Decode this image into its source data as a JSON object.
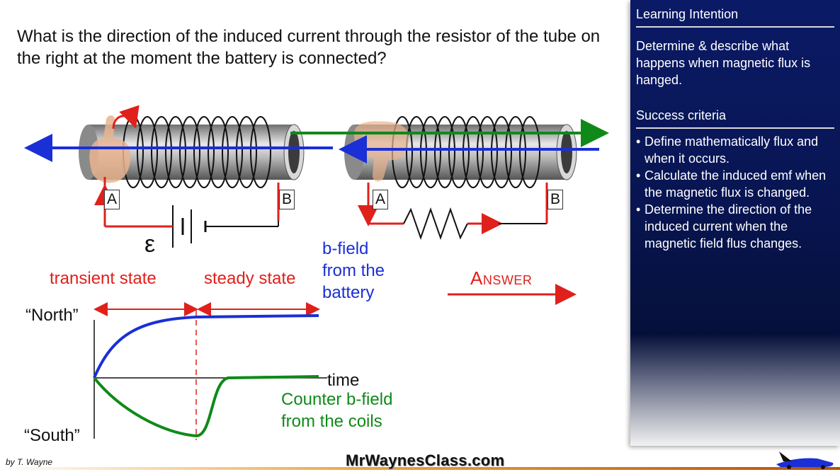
{
  "question": "What is the direction of the induced current through the resistor of the tube on the right at the moment the battery is connected?",
  "terminals": {
    "left_a": "A",
    "left_b": "B",
    "right_a": "A",
    "right_b": "B"
  },
  "emf_symbol": "ε",
  "labels": {
    "transient": "transient state",
    "steady": "steady state",
    "bfield_line1": "b-field",
    "bfield_line2": "from the",
    "bfield_line3": "battery",
    "north": "“North”",
    "south": "“South”",
    "time": "time",
    "counter_line1": "Counter b-field",
    "counter_line2": "from the coils"
  },
  "answer_label": "Answer",
  "panel": {
    "heading1": "Learning Intention",
    "intention": "Determine & describe what happens when magnetic flux is hanged.",
    "heading2": "Success criteria",
    "criteria": [
      "Define mathematically flux and when it occurs.",
      "Calculate the induced emf when the magnetic flux is changed.",
      "Determine the direction of the induced current when the magnetic field flus changes."
    ]
  },
  "footer": {
    "byline": "by T. Wayne",
    "site": "MrWaynesClass.com"
  },
  "colors": {
    "red": "#e0201b",
    "blue": "#1a2fd6",
    "green": "#0f8a19",
    "panel": "#081552"
  }
}
